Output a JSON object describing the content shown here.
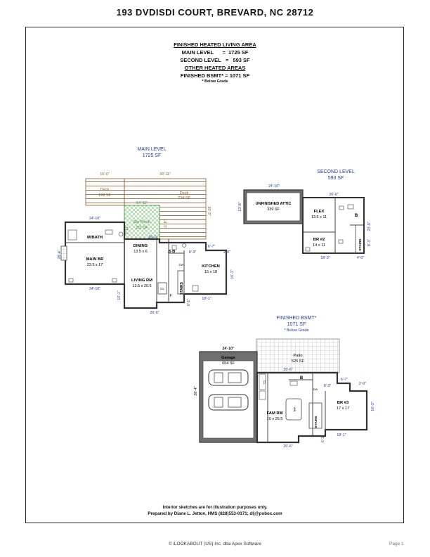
{
  "title": "193 DVDISDI COURT, BREVARD, NC 28712",
  "area_summary": {
    "finished_heading": "FINISHED HEATED LIVING AREA",
    "main_level_line": "MAIN LEVEL      =  1725 SF",
    "second_level_line": "SECOND LEVEL   =   593 SF",
    "other_heading": "OTHER HEATED AREAS",
    "bsmt_line": "FINISHED BSMT* = 1071 SF",
    "below_grade_note": "* Below Grade"
  },
  "main_level": {
    "heading": "MAIN LEVEL",
    "area": "1725 SF",
    "rooms": {
      "deck1_name": "Deck",
      "deck1_area": "199 SF",
      "deck2_name": "Deck",
      "deck2_area": "734 SF",
      "porch_name": "Scr Porch",
      "porch_area": "211 SF",
      "mbath": "M/BATH",
      "mainbr_name": "MAIN BR",
      "mainbr_size": "23.5 x 17",
      "dining_name": "DINING",
      "dining_size": "13.5 x 6",
      "livingrm_name": "LIVING RM",
      "livingrm_size": "13.5 x 20.5",
      "kitchen_name": "KITCHEN",
      "kitchen_size": "15 x 18",
      "half_bath": ".5 B",
      "stairs": "STAIRS",
      "dw": "DW",
      "cl": "CL",
      "f": "F"
    },
    "dims": {
      "d16": "16'-0\"",
      "d33": "33'-11\"",
      "d14": "14'-11\"",
      "d30": "30'-3\"",
      "d24a": "24'-10\"",
      "d24b": "24'-10\"",
      "d7": "7'-11\"",
      "d14b": "14'-3\"",
      "d26a": "26'-6\"",
      "d26b": "26'-6\"",
      "d6": "6'-7\"",
      "d2": "2'-0\"",
      "d8": "8'-3\"",
      "d28": "28'-4\"",
      "d16b": "16'-3\"",
      "d18": "18'-1\"",
      "d10": "10'-1\"",
      "d61": "6'-1\""
    }
  },
  "second_level": {
    "heading": "SECOND LEVEL",
    "area": "593 SF",
    "rooms": {
      "attic_name": "UNFINISHED ATTIC",
      "attic_area": "339 SF",
      "flex_name": "FLEX",
      "flex_size": "13.5 x 11",
      "br2_name": "BR #2",
      "br2_size": "14 x 11",
      "b": "B",
      "stairs": "STAIRS"
    },
    "dims": {
      "d24": "24'-10\"",
      "d13": "13'-8\"",
      "d26": "26'-6\"",
      "d23": "23'-9\"",
      "d8": "8'-3\"",
      "d18": "18'-3\"",
      "d4": "4'-0\""
    }
  },
  "basement": {
    "heading": "FINISHED BSMT*",
    "area": "1071 SF",
    "note": "* Below Grade",
    "rooms": {
      "garage_name": "Garage",
      "garage_area": "654 SF",
      "patio_name": "Patio",
      "patio_area": "525 SF",
      "famrm_name": "FAM RM",
      "famrm_size": "10 x 26.5",
      "br3_name": "BR #3",
      "br3_size": "17 x 17",
      "b": "B",
      "stairs": "STAIRS",
      "cl": "CL",
      "dw": "DW",
      "wetbar": "WB"
    },
    "dims": {
      "d24": "24'-10\"",
      "d28": "28'-4\"",
      "d26a": "26'-6\"",
      "d26b": "26'-6\"",
      "d6": "6'-7\"",
      "d2": "2'-0\"",
      "d8": "8'-3\"",
      "d16": "16'-3\"",
      "d18": "18'-1\"",
      "d61": "6'-1\""
    }
  },
  "footer": {
    "disclaimer": "Interior sketches are for illustration purposes only.",
    "prepared_by": "Prepared by Diane L. Jetton, HMS (828)553-0171; dlj@pobox.com",
    "copyright": "© iLOOKABOUT (US) Inc. dba Apex Software",
    "page": "Page 1"
  },
  "colors": {
    "deck": "#8b5a2b",
    "porch": "#2e8b2e",
    "heading": "#1f3c99",
    "attic": "#6f6f6f",
    "garage": "#6f6f6f",
    "dim": "#1f3c99"
  }
}
